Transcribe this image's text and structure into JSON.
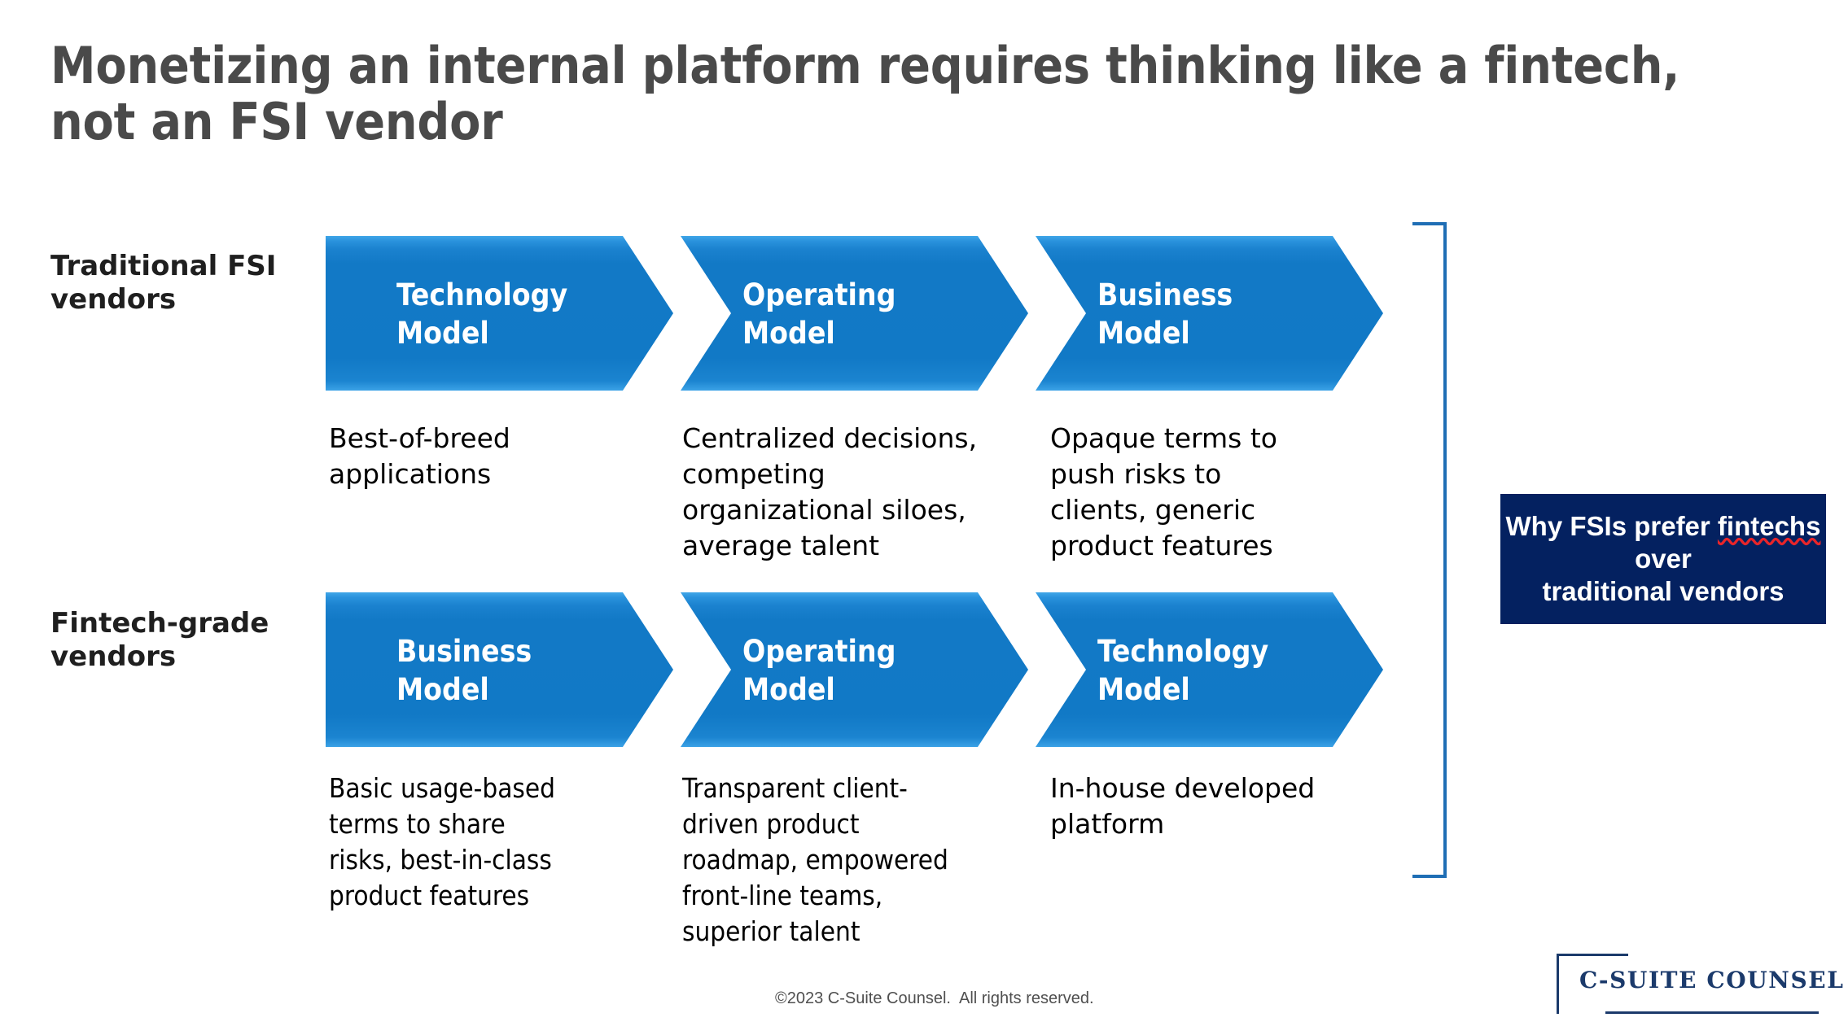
{
  "slide": {
    "title": "Monetizing an internal platform requires thinking like a fintech, not an FSI vendor",
    "background_color": "#ffffff",
    "title_color": "#4a4a4a"
  },
  "colors": {
    "chevron_blue": "#1279c6",
    "chevron_highlight": "#40a6e8",
    "bracket_blue": "#1f6eb5",
    "callout_navy": "#042160",
    "logo_navy": "#1b3a6b",
    "body_text": "#000000",
    "spellcheck_red": "#e8252a"
  },
  "rows": [
    {
      "label": "Traditional\nFSI vendors",
      "stages": [
        {
          "title": "Technology\nModel",
          "description": "Best-of-breed\napplications"
        },
        {
          "title": "Operating\nModel",
          "description": "Centralized decisions,\ncompeting\norganizational siloes,\naverage talent"
        },
        {
          "title": "Business\nModel",
          "description": "Opaque terms to\npush risks to\nclients, generic\nproduct features"
        }
      ]
    },
    {
      "label": "Fintech-grade\nvendors",
      "stages": [
        {
          "title": "Business\nModel",
          "description": "Basic usage-based\nterms to share\nrisks, best-in-class\nproduct features"
        },
        {
          "title": "Operating\nModel",
          "description": "Transparent client-\ndriven product\nroadmap, empowered\nfront-line teams,\nsuperior talent"
        },
        {
          "title": "Technology\nModel",
          "description": "In-house developed\nplatform"
        }
      ]
    }
  ],
  "callout": {
    "line1": "Why FSIs prefer ",
    "misspelled_word": "fintechs",
    "line2": " over",
    "line3": "traditional vendors",
    "full_text": "Why FSIs prefer fintechs over traditional vendors"
  },
  "footer": {
    "copyright": "©2023 C-Suite Counsel.  All rights reserved."
  },
  "logo": {
    "text": "C-SUITE COUNSEL"
  }
}
